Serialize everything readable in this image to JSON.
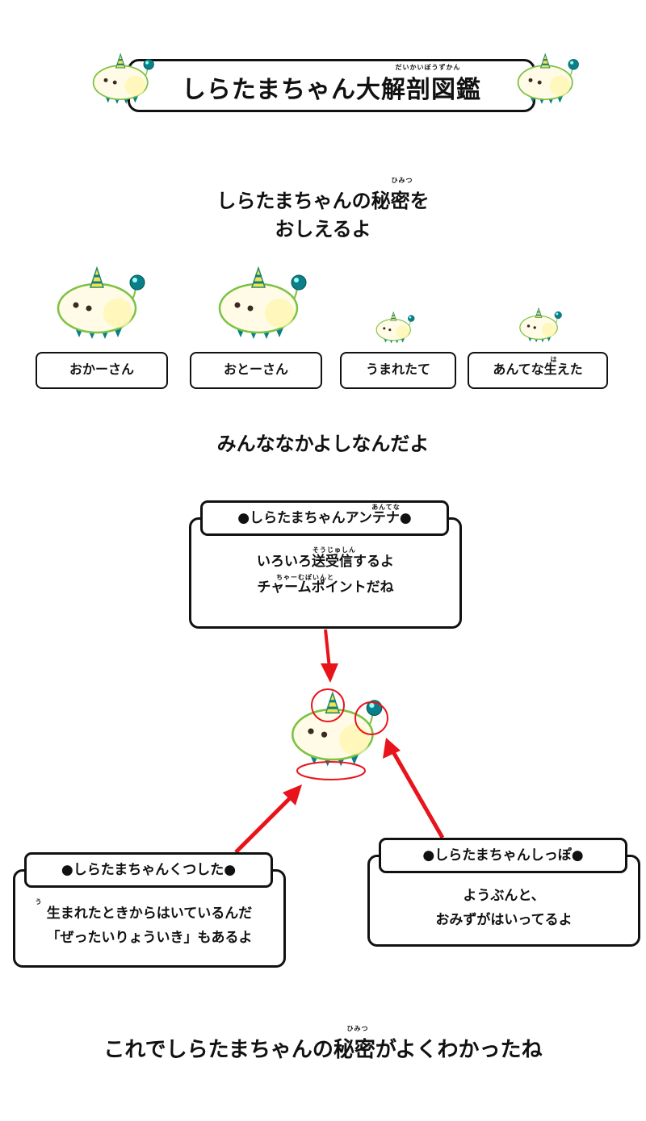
{
  "header": {
    "title": "しらたまちゃん大解剖図鑑",
    "title_ruby": "だいかいぼうずかん"
  },
  "intro": {
    "line1": "しらたまちゃんの秘密を",
    "line2": "おしえるよ",
    "ruby": "ひみつ"
  },
  "family": [
    {
      "label": "おかーさん",
      "icon": "shiratama-mother-icon"
    },
    {
      "label": "おとーさん",
      "icon": "shiratama-father-icon"
    },
    {
      "label": "うまれたて",
      "icon": "shiratama-newborn-icon"
    },
    {
      "label": "あんてな生えた",
      "icon": "shiratama-antenna-sprouted-icon",
      "ruby": "は"
    }
  ],
  "together": "みんななかよしなんだよ",
  "antenna_callout": {
    "title": "●しらたまちゃんアンテナ●",
    "title_ruby": "あんてな",
    "line1": "いろいろ送受信するよ",
    "line1_ruby": "そうじゅしん",
    "line2": "チャームポイントだね",
    "line2_ruby": "ちゃーむぽいんと"
  },
  "shoes_callout": {
    "title": "●しらたまちゃんくつした●",
    "line1": "生まれたときからはいているんだ",
    "line1_ruby": "う",
    "line2": "「ぜったいりょういき」もあるよ"
  },
  "tail_callout": {
    "title": "●しらたまちゃんしっぽ●",
    "line1": "ようぶんと、",
    "line2": "おみずがはいってるよ"
  },
  "closing": {
    "text": "これでしらたまちゃんの秘密がよくわかったね",
    "ruby": "ひみつ"
  },
  "colors": {
    "body_fill": "#fffbe6",
    "body_outline": "#7cc243",
    "teal": "#0a7f8a",
    "arrow": "#e8141c",
    "horn_yellow": "#f4e34a"
  }
}
